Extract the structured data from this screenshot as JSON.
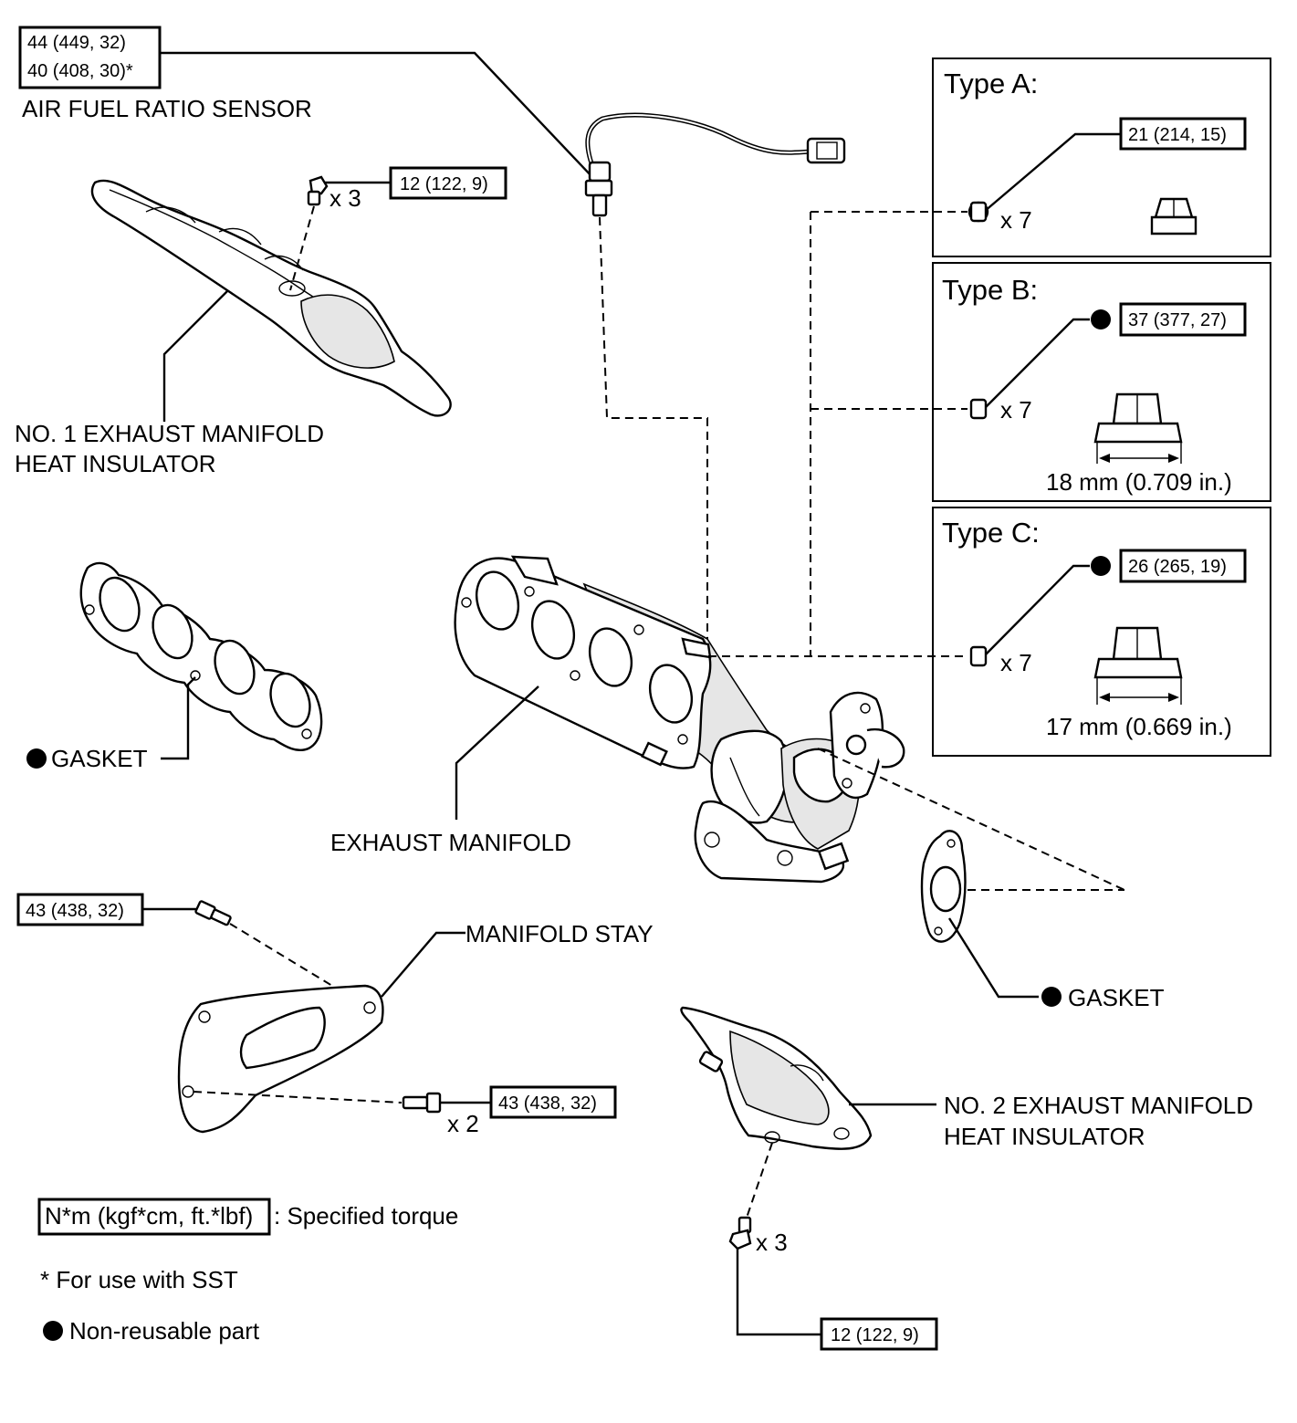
{
  "sensor": {
    "label": "AIR FUEL RATIO SENSOR",
    "torque_line1": "44 (449, 32)",
    "torque_line2": "40 (408, 30)*"
  },
  "insulator1": {
    "label_line1": "NO. 1 EXHAUST MANIFOLD",
    "label_line2": "HEAT INSULATOR",
    "torque": "12 (122, 9)",
    "qty": "x 3"
  },
  "gasket_left": {
    "label": "GASKET"
  },
  "exhaust_manifold": {
    "label": "EXHAUST MANIFOLD"
  },
  "stay": {
    "label": "MANIFOLD STAY",
    "torque_top": "43 (438, 32)",
    "torque_bottom": "43 (438, 32)",
    "qty": "x 2"
  },
  "gasket_right": {
    "label": "GASKET"
  },
  "insulator2": {
    "label_line1": "NO. 2 EXHAUST MANIFOLD",
    "label_line2": "HEAT INSULATOR",
    "torque": "12 (122, 9)",
    "qty": "x 3"
  },
  "type_a": {
    "title": "Type A:",
    "torque": "21 (214, 15)",
    "qty": "x 7"
  },
  "type_b": {
    "title": "Type B:",
    "torque": "37 (377, 27)",
    "qty": "x 7",
    "dimension": "18 mm (0.709 in.)"
  },
  "type_c": {
    "title": "Type C:",
    "torque": "26 (265, 19)",
    "qty": "x 7",
    "dimension": "17 mm (0.669 in.)"
  },
  "legend": {
    "torque_unit": "N*m (kgf*cm, ft.*lbf)",
    "torque_desc": ": Specified torque",
    "sst_note": "* For use with SST",
    "nonreusable": "Non-reusable part"
  }
}
